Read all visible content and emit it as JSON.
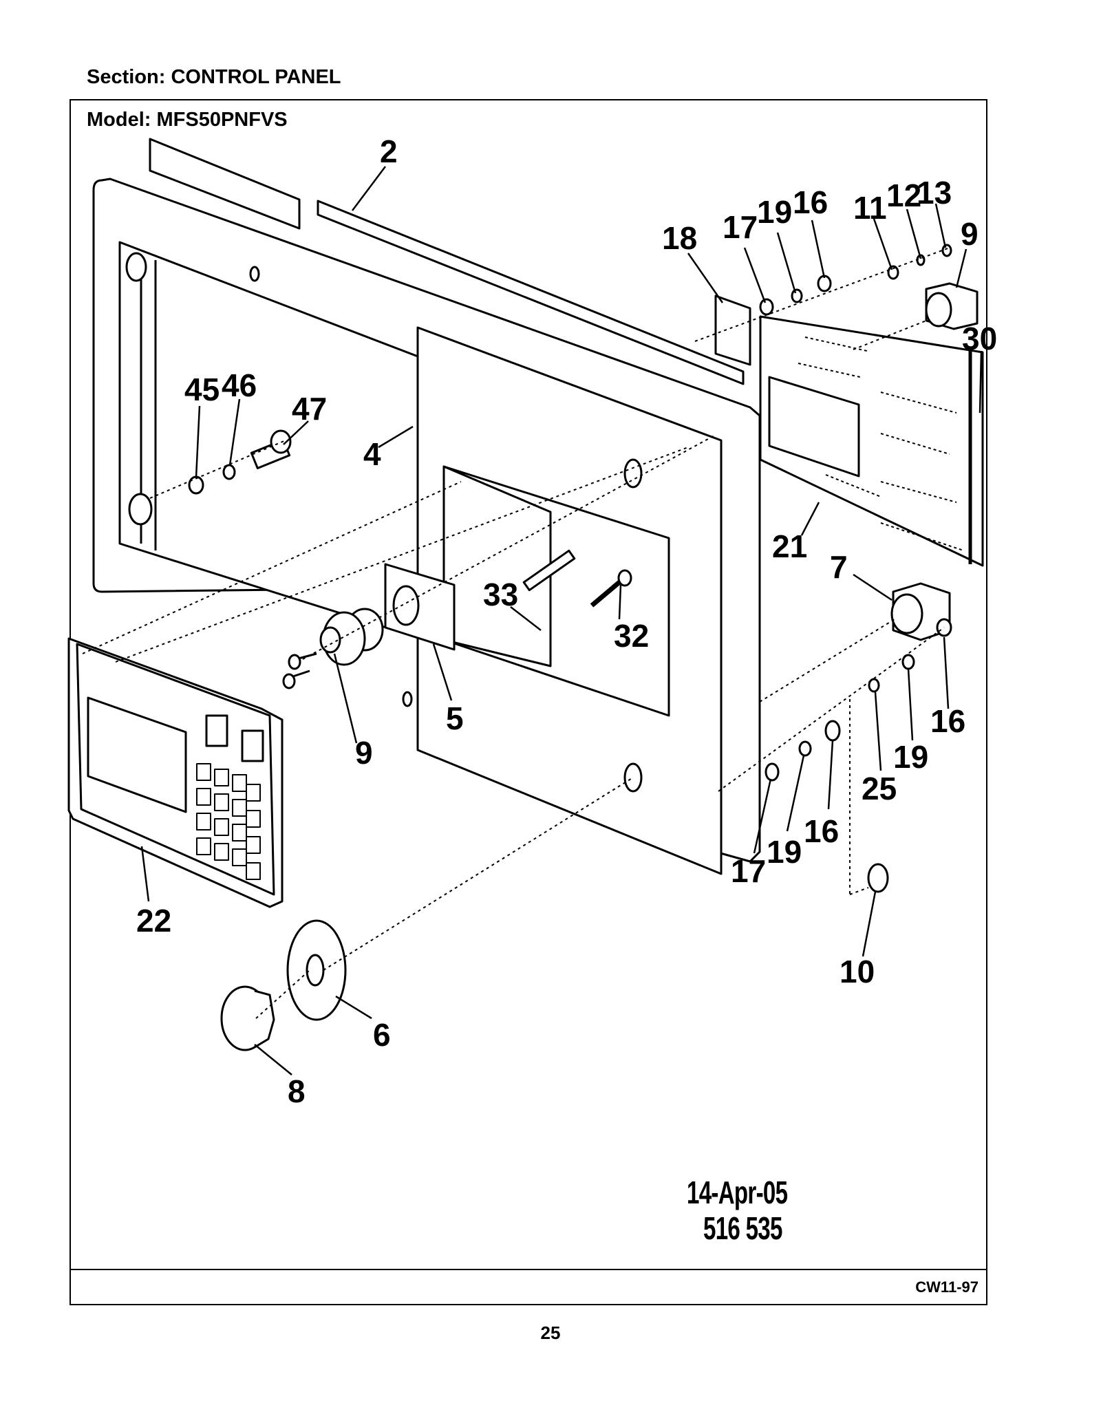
{
  "section_title": "Section:  CONTROL PANEL",
  "model_title": "Model:  MFS50PNFVS",
  "doc_code": "CW11-97",
  "page_number": "25",
  "drawing_date": "14-Apr-05",
  "drawing_number": "516 535",
  "callouts": [
    {
      "key": "c2",
      "label": "2"
    },
    {
      "key": "c18",
      "label": "18"
    },
    {
      "key": "c17a",
      "label": "17"
    },
    {
      "key": "c19a",
      "label": "19"
    },
    {
      "key": "c16a",
      "label": "16"
    },
    {
      "key": "c11",
      "label": "11"
    },
    {
      "key": "c12",
      "label": "12"
    },
    {
      "key": "c13",
      "label": "13"
    },
    {
      "key": "c9a",
      "label": "9"
    },
    {
      "key": "c30",
      "label": "30"
    },
    {
      "key": "c45",
      "label": "45"
    },
    {
      "key": "c46",
      "label": "46"
    },
    {
      "key": "c47",
      "label": "47"
    },
    {
      "key": "c4",
      "label": "4"
    },
    {
      "key": "c21",
      "label": "21"
    },
    {
      "key": "c7",
      "label": "7"
    },
    {
      "key": "c33",
      "label": "33"
    },
    {
      "key": "c32",
      "label": "32"
    },
    {
      "key": "c16b",
      "label": "16"
    },
    {
      "key": "c9b",
      "label": "9"
    },
    {
      "key": "c5",
      "label": "5"
    },
    {
      "key": "c19b",
      "label": "19"
    },
    {
      "key": "c25",
      "label": "25"
    },
    {
      "key": "c16c",
      "label": "16"
    },
    {
      "key": "c19c",
      "label": "19"
    },
    {
      "key": "c17b",
      "label": "17"
    },
    {
      "key": "c22",
      "label": "22"
    },
    {
      "key": "c10",
      "label": "10"
    },
    {
      "key": "c6",
      "label": "6"
    },
    {
      "key": "c8",
      "label": "8"
    }
  ]
}
